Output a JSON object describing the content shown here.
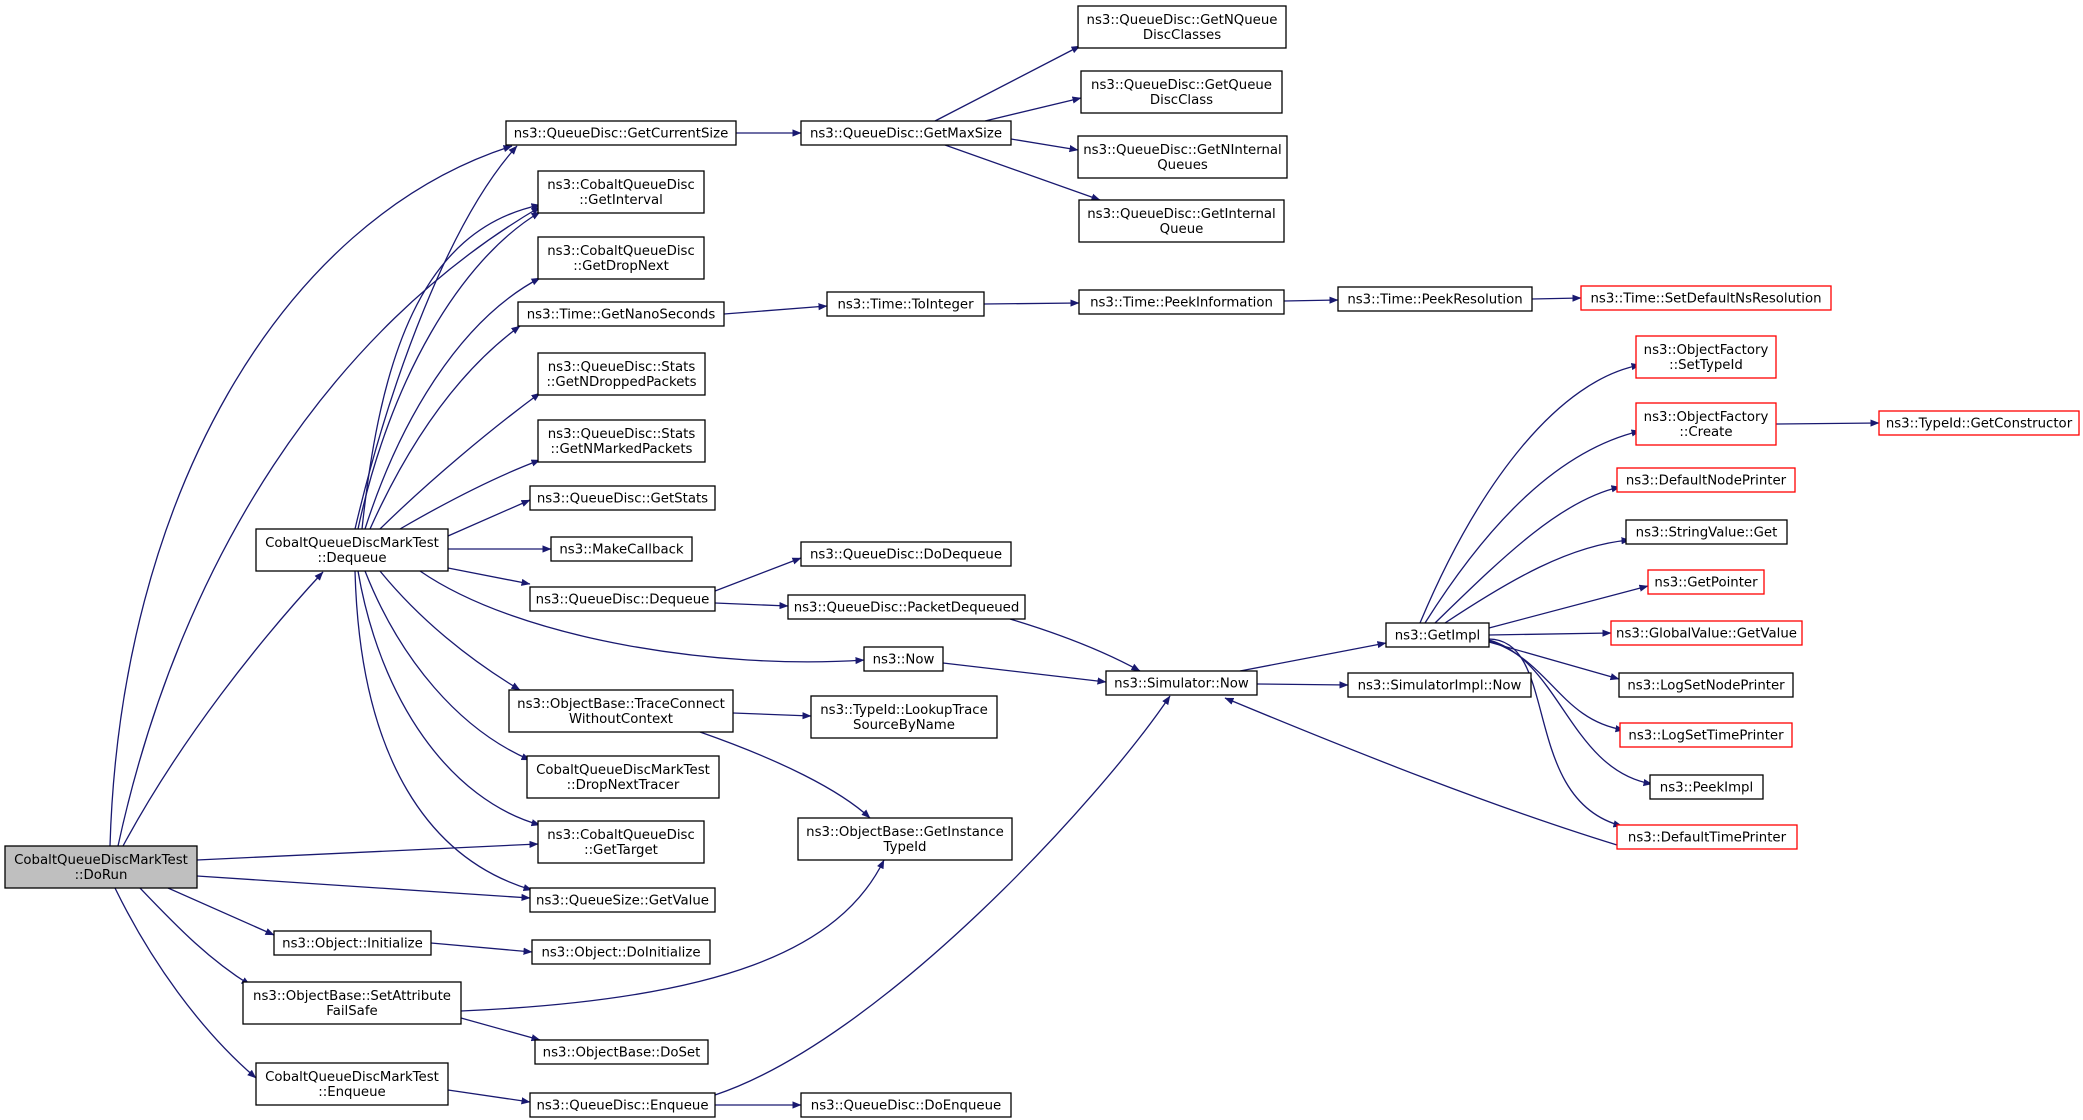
{
  "colors": {
    "edge": "#191970",
    "node_border": "#000000",
    "node_border_truncated": "#ff0000",
    "root_fill": "#bfbfbf",
    "node_fill": "#ffffff"
  },
  "nodes": {
    "dorun": [
      "CobaltQueueDiscMarkTest",
      "::DoRun"
    ],
    "dequeue_test": [
      "CobaltQueueDiscMarkTest",
      "::Dequeue"
    ],
    "getcurrentsize": [
      "ns3::QueueDisc::GetCurrentSize"
    ],
    "getinterval": [
      "ns3::CobaltQueueDisc",
      "::GetInterval"
    ],
    "getdropnext": [
      "ns3::CobaltQueueDisc",
      "::GetDropNext"
    ],
    "getnanoseconds": [
      "ns3::Time::GetNanoSeconds"
    ],
    "getndropped": [
      "ns3::QueueDisc::Stats",
      "::GetNDroppedPackets"
    ],
    "getnmarked": [
      "ns3::QueueDisc::Stats",
      "::GetNMarkedPackets"
    ],
    "getstats": [
      "ns3::QueueDisc::GetStats"
    ],
    "makecallback": [
      "ns3::MakeCallback"
    ],
    "qd_dequeue": [
      "ns3::QueueDisc::Dequeue"
    ],
    "now": [
      "ns3::Now"
    ],
    "traceconnect": [
      "ns3::ObjectBase::TraceConnect",
      "WithoutContext"
    ],
    "dropnexttracer": [
      "CobaltQueueDiscMarkTest",
      "::DropNextTracer"
    ],
    "gettarget": [
      "ns3::CobaltQueueDisc",
      "::GetTarget"
    ],
    "qs_getvalue": [
      "ns3::QueueSize::GetValue"
    ],
    "initialize": [
      "ns3::Object::Initialize"
    ],
    "setattribute": [
      "ns3::ObjectBase::SetAttribute",
      "FailSafe"
    ],
    "enqueue_test": [
      "CobaltQueueDiscMarkTest",
      "::Enqueue"
    ],
    "getmaxsize": [
      "ns3::QueueDisc::GetMaxSize"
    ],
    "getnqdc": [
      "ns3::QueueDisc::GetNQueue",
      "DiscClasses"
    ],
    "getqdc": [
      "ns3::QueueDisc::GetQueue",
      "DiscClass"
    ],
    "getninternal": [
      "ns3::QueueDisc::GetNInternal",
      "Queues"
    ],
    "getinternalq": [
      "ns3::QueueDisc::GetInternal",
      "Queue"
    ],
    "tointeger": [
      "ns3::Time::ToInteger"
    ],
    "peekinfo": [
      "ns3::Time::PeekInformation"
    ],
    "peekres": [
      "ns3::Time::PeekResolution"
    ],
    "setdefaultns": [
      "ns3::Time::SetDefaultNsResolution"
    ],
    "dodequeue": [
      "ns3::QueueDisc::DoDequeue"
    ],
    "packetdequeued": [
      "ns3::QueueDisc::PacketDequeued"
    ],
    "lookuptrace": [
      "ns3::TypeId::LookupTrace",
      "SourceByName"
    ],
    "getinstancetypeid": [
      "ns3::ObjectBase::GetInstance",
      "TypeId"
    ],
    "doinitialize": [
      "ns3::Object::DoInitialize"
    ],
    "doset": [
      "ns3::ObjectBase::DoSet"
    ],
    "qd_enqueue": [
      "ns3::QueueDisc::Enqueue"
    ],
    "doenqueue": [
      "ns3::QueueDisc::DoEnqueue"
    ],
    "sim_now": [
      "ns3::Simulator::Now"
    ],
    "simimpl_now": [
      "ns3::SimulatorImpl::Now"
    ],
    "getimpl": [
      "ns3::GetImpl"
    ],
    "settypeid": [
      "ns3::ObjectFactory",
      "::SetTypeId"
    ],
    "create": [
      "ns3::ObjectFactory",
      "::Create"
    ],
    "getconstructor": [
      "ns3::TypeId::GetConstructor"
    ],
    "defaultnodeprinter": [
      "ns3::DefaultNodePrinter"
    ],
    "stringvalueget": [
      "ns3::StringValue::Get"
    ],
    "getpointer": [
      "ns3::GetPointer"
    ],
    "globalvalue": [
      "ns3::GlobalValue::GetValue"
    ],
    "logsetnode": [
      "ns3::LogSetNodePrinter"
    ],
    "logsettime": [
      "ns3::LogSetTimePrinter"
    ],
    "peekimpl": [
      "ns3::PeekImpl"
    ],
    "defaulttimeprinter": [
      "ns3::DefaultTimePrinter"
    ]
  }
}
